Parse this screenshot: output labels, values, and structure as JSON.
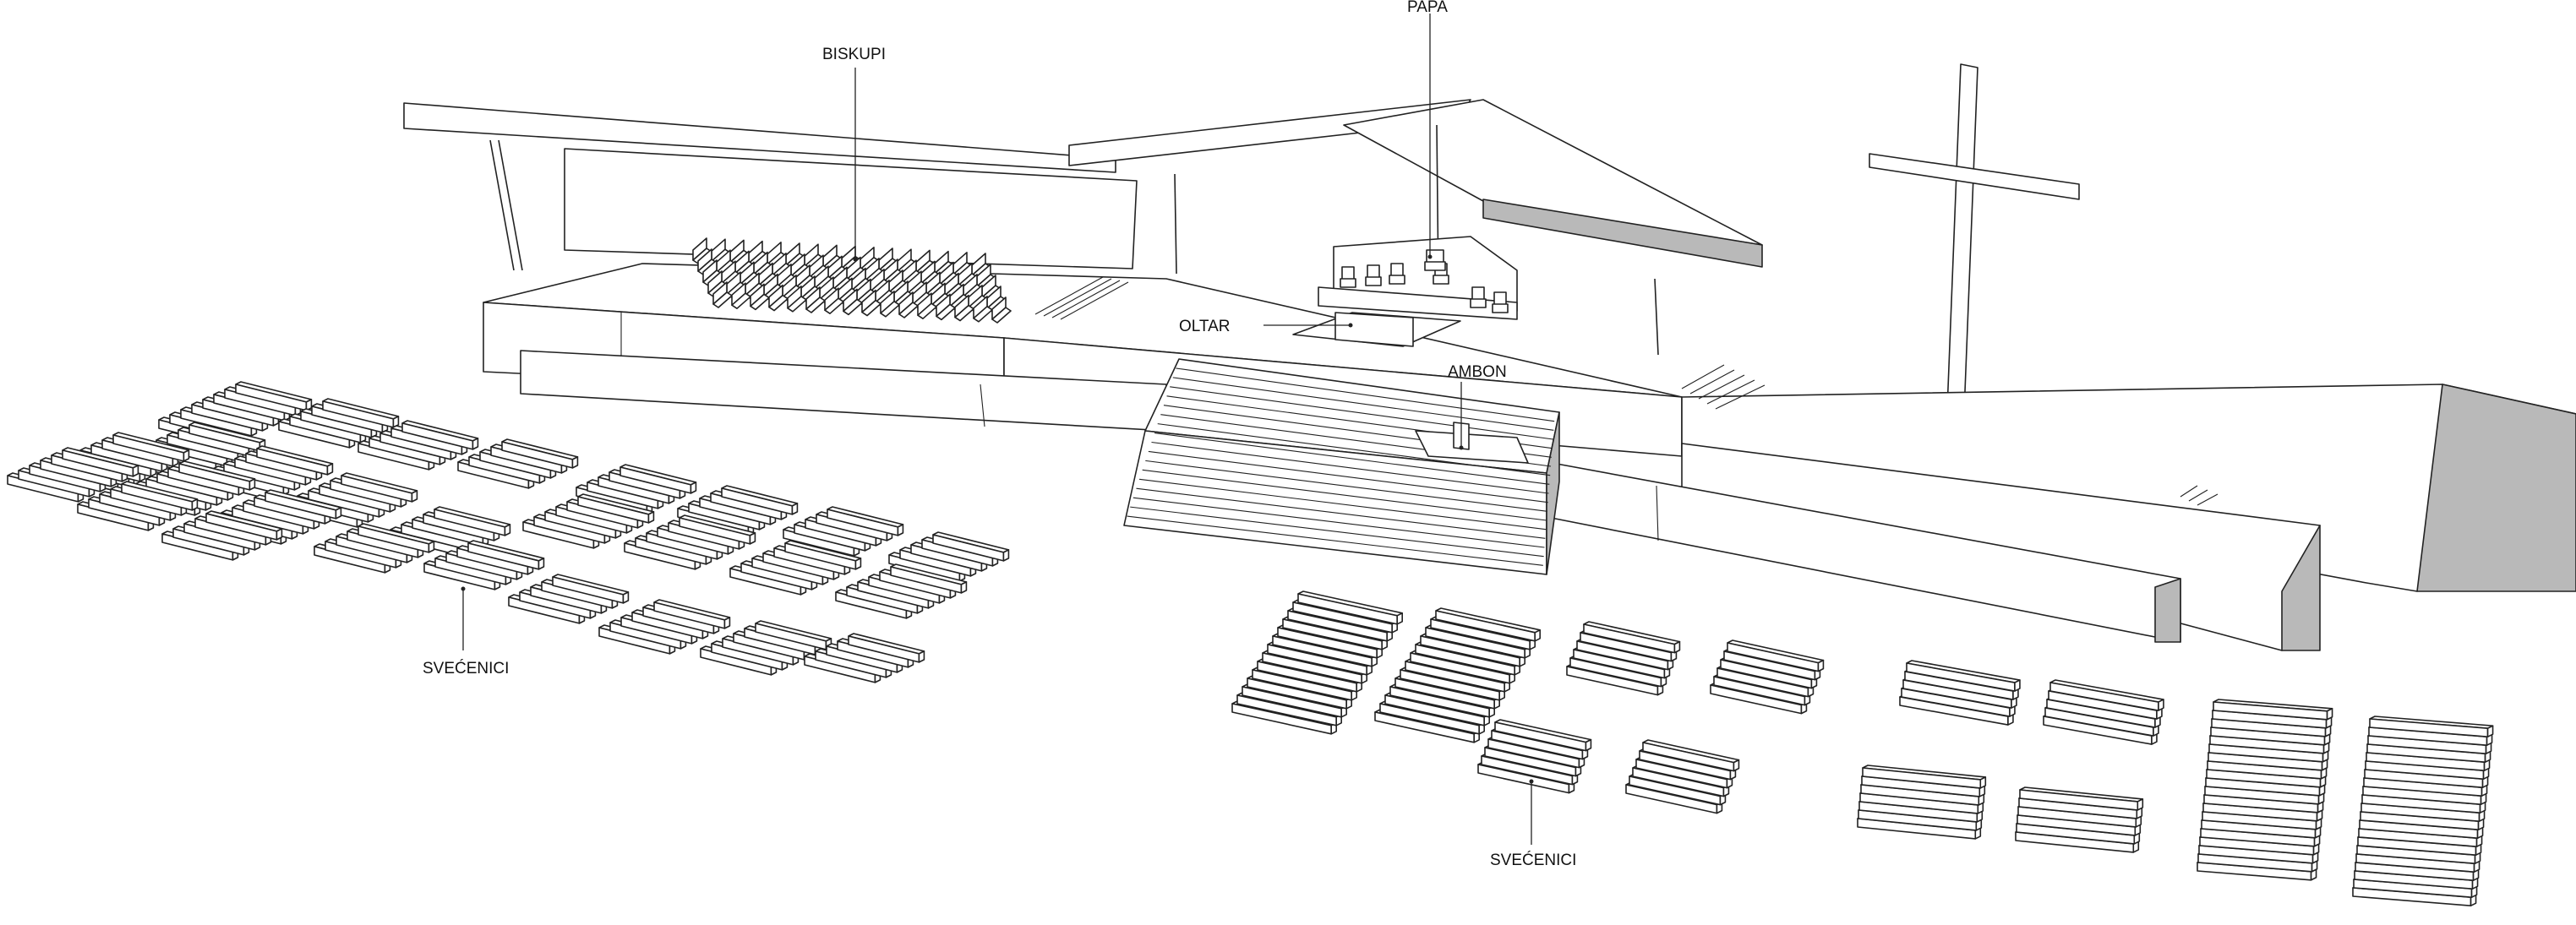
{
  "labels": {
    "papa": "PAPA",
    "biskupi": "BISKUPI",
    "oltar": "OLTAR",
    "ambon": "AMBON",
    "svecenici_left": "SVEĆENICI",
    "svecenici_center": "SVEĆENICI"
  },
  "colors": {
    "line": "#222222",
    "shade": "#b9b9b9",
    "background": "#ffffff"
  }
}
